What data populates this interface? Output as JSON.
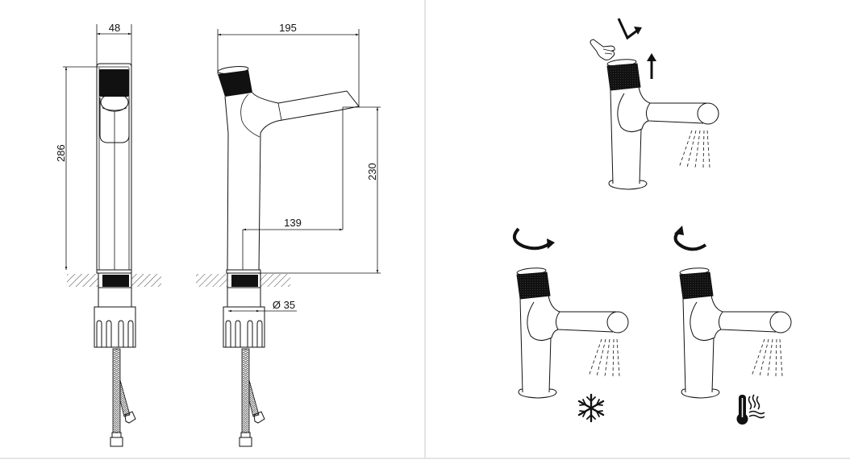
{
  "title": "Faucet technical drawing and operation guide",
  "dimensions": {
    "front_width": "48",
    "total_height": "286",
    "total_depth": "195",
    "spout_height": "230",
    "spout_reach": "139",
    "base_diameter": "Ø 35"
  },
  "operation": {
    "step1": {
      "icons": [
        "hand-press-icon",
        "turn-on-arrow-icon",
        "lift-arrow-icon"
      ]
    },
    "step2": {
      "icons": [
        "rotate-clockwise-icon",
        "snowflake-cold-icon"
      ]
    },
    "step3": {
      "icons": [
        "rotate-counterclockwise-icon",
        "thermometer-hot-icon"
      ]
    }
  },
  "colors": {
    "line": "#111111",
    "divider": "#c8c8c8",
    "background": "#ffffff"
  }
}
